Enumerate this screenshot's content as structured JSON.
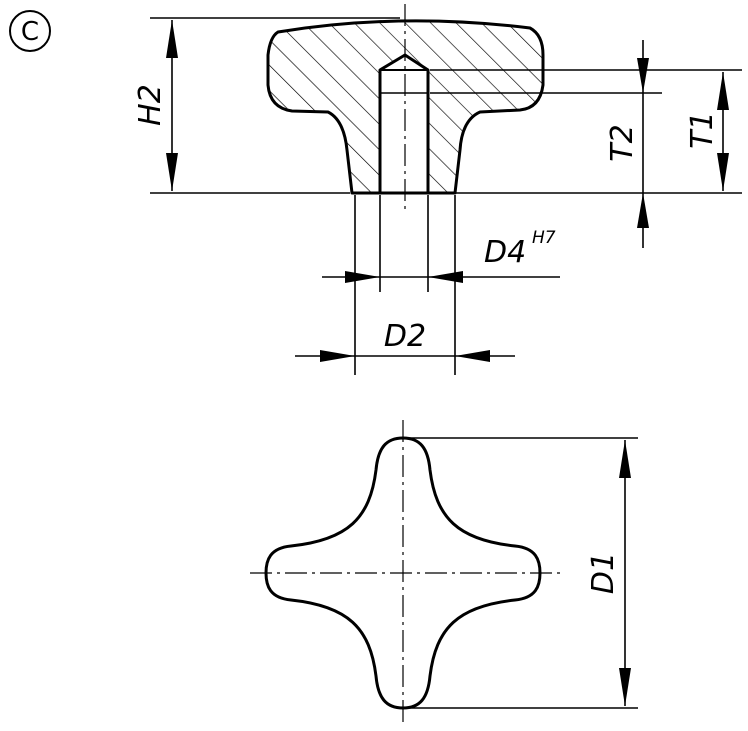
{
  "variant_label": "C",
  "dimensions": {
    "h2": "H2",
    "t1": "T1",
    "t2": "T2",
    "d4": "D4",
    "d4_tolerance": "H7",
    "d2": "D2",
    "d1": "D1"
  }
}
